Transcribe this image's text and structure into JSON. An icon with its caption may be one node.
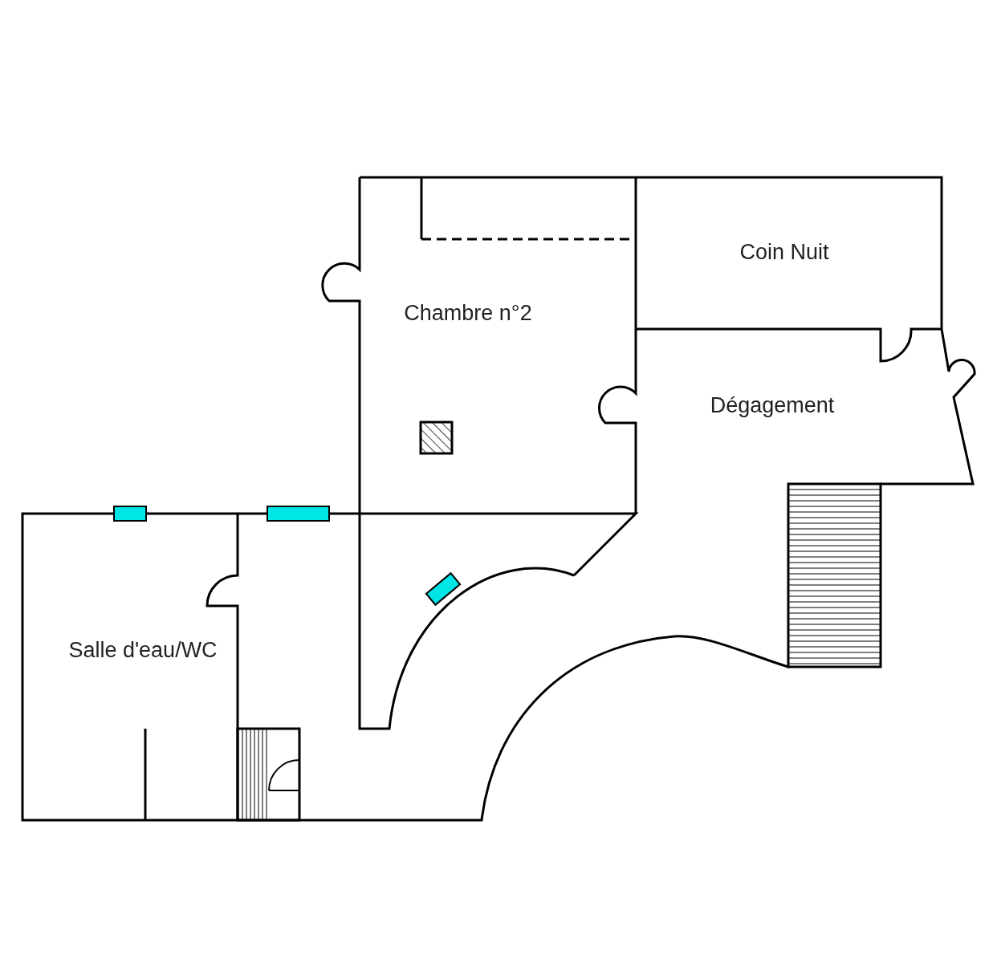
{
  "diagram": {
    "nodes": [
      {
        "text": [
          "Coin Nuit"
        ]
      },
      {
        "text": [
          "Chambre n°2"
        ]
      },
      {
        "text": [
          "Dégagement"
        ]
      },
      {
        "text": [
          "Salle d'eau/WC"
        ]
      }
    ]
  }
}
